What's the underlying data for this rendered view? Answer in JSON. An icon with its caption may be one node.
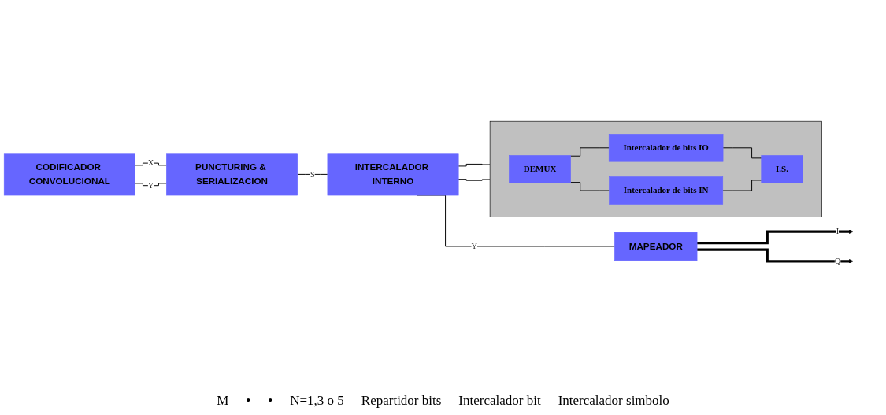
{
  "diagram": {
    "nodes": [
      {
        "text": [
          "CODIFICADOR CONVOLUCIONAL"
        ]
      },
      {
        "text": [
          "PUNCTURING & SERIALIZACION"
        ]
      },
      {
        "text": [
          "INTERCALADOR INTERNO"
        ]
      },
      {
        "text": [
          "MAPEADOR"
        ]
      },
      {
        "text": [],
        "shape": "box"
      },
      {
        "text": [
          "DEMUX"
        ],
        "in": 4
      },
      {
        "text": [
          "Intercalador de bits IO"
        ],
        "in": 4
      },
      {
        "text": [
          "Intercalador de bits IN"
        ],
        "in": 4
      },
      {
        "text": [
          "I.S."
        ],
        "in": 4
      }
    ],
    "edges": [
      {
        "from": 0,
        "to": 1,
        "label": "X",
        "arrow": "none"
      },
      {
        "from": 0,
        "to": 1,
        "label": "Y",
        "arrow": "none"
      },
      {
        "from": 1,
        "to": 2,
        "label": "S",
        "arrow": "none"
      },
      {
        "from": 2,
        "to": 3,
        "label": "Y",
        "arrow": "none"
      },
      {
        "from": 3,
        "to": null,
        "label": "I",
        "arrow": "to",
        "style": "thick"
      },
      {
        "from": 3,
        "to": null,
        "label": "Q",
        "arrow": "to",
        "style": "thick"
      },
      {
        "from": 2,
        "to": 4,
        "arrow": "none"
      },
      {
        "from": 2,
        "to": 4,
        "arrow": "none"
      },
      {
        "from": 5,
        "to": 6,
        "arrow": "none"
      },
      {
        "from": 5,
        "to": 7,
        "arrow": "none"
      },
      {
        "from": 6,
        "to": 8,
        "arrow": "none"
      },
      {
        "from": 7,
        "to": 8,
        "arrow": "none"
      }
    ],
    "labels": [
      "M",
      "•",
      "•",
      "N=1,3 o 5",
      "Repartidor bits",
      "Intercalador bit",
      "Intercalador simbolo"
    ]
  }
}
